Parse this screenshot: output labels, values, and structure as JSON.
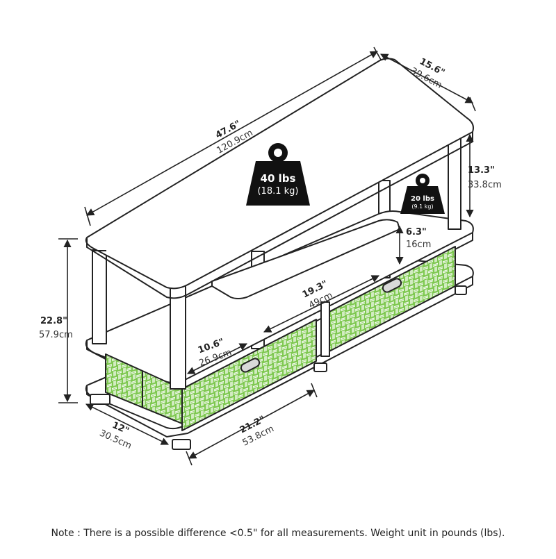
{
  "product": {
    "dimensions": {
      "width": {
        "inches": "47.6\"",
        "cm": "120.9cm"
      },
      "depth": {
        "inches": "15.6\"",
        "cm": "39.6cm"
      },
      "upper_clearance": {
        "inches": "13.3\"",
        "cm": "33.8cm"
      },
      "middle_clearance": {
        "inches": "6.3\"",
        "cm": "16cm"
      },
      "height": {
        "inches": "22.8\"",
        "cm": "57.9cm"
      },
      "inner_width": {
        "inches": "19.3\"",
        "cm": "49cm"
      },
      "bin_depth": {
        "inches": "10.6\"",
        "cm": "26.9cm"
      },
      "bottom_depth": {
        "inches": "12\"",
        "cm": "30.5cm"
      },
      "bottom_width": {
        "inches": "21.2\"",
        "cm": "53.8cm"
      }
    },
    "weights": {
      "top_shelf": {
        "lbs": "40 lbs",
        "kg": "(18.1 kg)"
      },
      "side_shelf": {
        "lbs": "20 lbs",
        "kg": "(9.1 kg)"
      }
    },
    "colors": {
      "bin_green": "#7ec850",
      "bin_weave": "#ffffff",
      "line": "#222222"
    }
  },
  "note": "Note : There is a possible difference <0.5\" for all measurements. Weight unit in pounds (lbs)."
}
